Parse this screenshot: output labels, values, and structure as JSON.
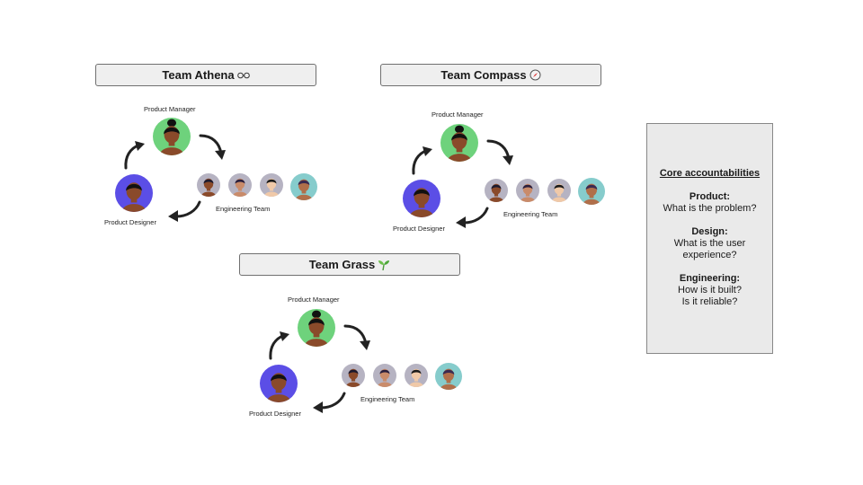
{
  "teams": [
    {
      "name": "Team Athena",
      "icon": "glasses-icon",
      "pm_label": "Product Manager",
      "designer_label": "Product Designer",
      "eng_label": "Engineering Team"
    },
    {
      "name": "Team Compass",
      "icon": "compass-icon",
      "pm_label": "Product Manager",
      "designer_label": "Product Designer",
      "eng_label": "Engineering Team"
    },
    {
      "name": "Team Grass",
      "icon": "seedling-icon",
      "pm_label": "Product Manager",
      "designer_label": "Product Designer",
      "eng_label": "Engineering Team"
    }
  ],
  "colors": {
    "pm_bg": "#6ed27c",
    "designer_bg": "#5b4ee6",
    "eng_bg": [
      "#b6b3c2",
      "#b6b3c2",
      "#b6b3c2",
      "#86cccc"
    ],
    "arrow": "#222222",
    "title_bg": "#efefef",
    "panel_bg": "#eaeaea"
  },
  "accountabilities": {
    "heading": "Core accountabilities",
    "items": [
      {
        "title": "Product:",
        "lines": [
          "What is the problem?"
        ]
      },
      {
        "title": "Design:",
        "lines": [
          "What is the user",
          "experience?"
        ]
      },
      {
        "title": "Engineering:",
        "lines": [
          "How is it built?",
          "Is it reliable?"
        ]
      }
    ]
  }
}
